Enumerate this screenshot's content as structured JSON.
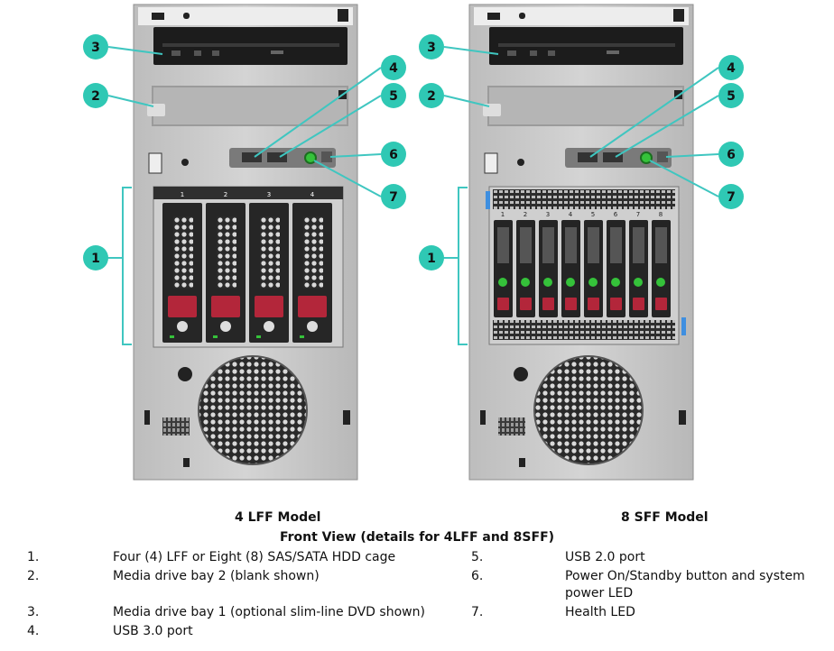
{
  "callouts": [
    "1",
    "2",
    "3",
    "4",
    "5",
    "6",
    "7"
  ],
  "models": {
    "left": "4 LFF Model",
    "right": "8 SFF Model"
  },
  "front_view_title": "Front View (details for 4LFF and 8SFF)",
  "legend": {
    "left": [
      {
        "num": "1.",
        "text": "Four (4) LFF or Eight (8) SAS/SATA HDD cage"
      },
      {
        "num": "2.",
        "text": "Media drive bay 2 (blank shown)"
      },
      {
        "num": "3.",
        "text": "Media drive bay 1 (optional slim-line DVD shown)"
      },
      {
        "num": "4.",
        "text": "USB 3.0 port"
      }
    ],
    "right": [
      {
        "num": "5.",
        "text": "USB 2.0 port"
      },
      {
        "num": "6.",
        "text": "Power On/Standby button and system power LED"
      },
      {
        "num": "7.",
        "text": "Health LED"
      }
    ]
  },
  "lff_bay_numbers": [
    "1",
    "2",
    "3",
    "4"
  ],
  "sff_bay_numbers": [
    "1",
    "2",
    "3",
    "4",
    "5",
    "6",
    "7",
    "8"
  ],
  "colors": {
    "callout": "#2fc8b4",
    "callout_text": "#111111",
    "chassis": "#c8c8c8",
    "panel": "#1e1e1e",
    "drive_red": "#b3263a",
    "led_green": "#35c23a",
    "bracket": "#3fc6c0"
  }
}
